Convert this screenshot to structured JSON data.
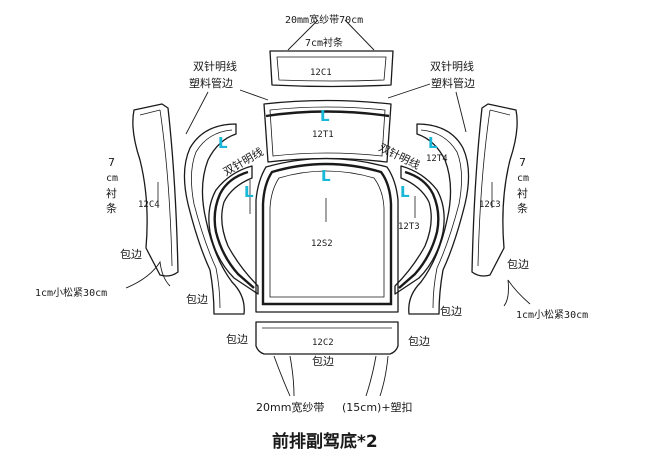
{
  "caption": "前排副驾底*2",
  "colors": {
    "line": "#1a1a1a",
    "marker": "#19b8d8",
    "background": "#ffffff"
  },
  "pieces": {
    "c1": "12C1",
    "t1": "12T1",
    "t4": "12T4",
    "c4": "12C4",
    "s2": "12S2",
    "t3": "12T3",
    "c3": "12C3",
    "c2": "12C2"
  },
  "annotations": {
    "top_tape": "20mm宽纱带70cm",
    "top_lining": "7cm衬条",
    "left_topstitch": "双针明线",
    "left_piping": "塑料管边",
    "right_topstitch": "双针明线",
    "right_piping": "塑料管边",
    "diag_left": "双针明线",
    "diag_right": "双针明线",
    "left_lining": [
      "7",
      "cm",
      "衬",
      "条"
    ],
    "right_lining": [
      "7",
      "cm",
      "衬",
      "条"
    ],
    "binding_left": "包边",
    "binding_right": "包边",
    "binding_bottom_left": "包边",
    "binding_bottom_right": "包边",
    "binding_bottom_center": "包边",
    "elastic_left": "1cm小松紧30cm",
    "elastic_right": "1cm小松紧30cm",
    "bottom_tape": "20mm宽纱带",
    "bottom_clip": "(15cm)+塑扣"
  },
  "markers": {
    "t1": "L",
    "left_outer": "L",
    "left_inner": "L",
    "s2": "L",
    "right_outer": "L",
    "right_inner": "L"
  }
}
